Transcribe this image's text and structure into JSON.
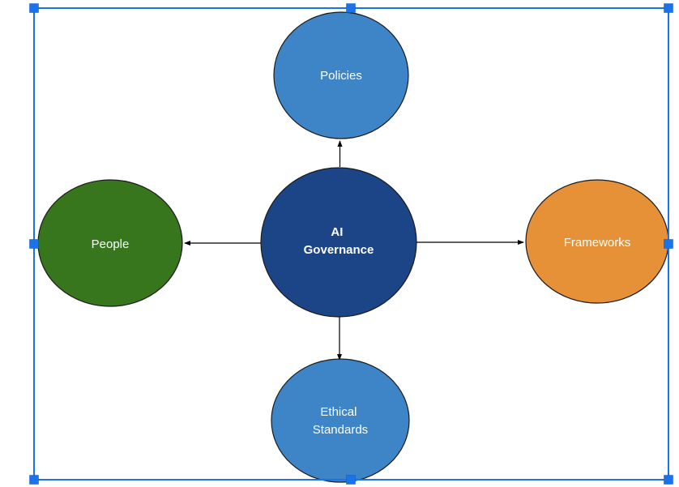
{
  "canvas": {
    "background": "#ffffff"
  },
  "selection": {
    "border_color": "#1a73e8",
    "handle_color": "#1a73e8"
  },
  "diagram": {
    "connector_color": "#000000",
    "text_color": "#ffffff",
    "nodes": {
      "center": {
        "lines": [
          "AI",
          "Governance"
        ],
        "fill": "#1c4587"
      },
      "top": {
        "label": "Policies",
        "fill": "#3d85c6"
      },
      "right": {
        "label": "Frameworks",
        "fill": "#e69138"
      },
      "bottom": {
        "lines": [
          "Ethical",
          "Standards"
        ],
        "fill": "#3d85c6"
      },
      "left": {
        "label": "People",
        "fill": "#38761d"
      }
    }
  }
}
